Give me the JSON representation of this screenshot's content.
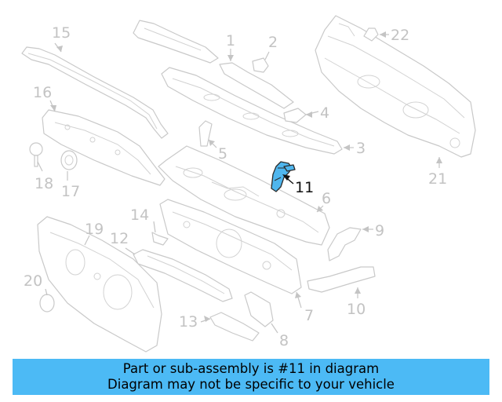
{
  "diagram": {
    "callouts": {
      "c1": "1",
      "c2": "2",
      "c3": "3",
      "c4": "4",
      "c5": "5",
      "c6": "6",
      "c7": "7",
      "c8": "8",
      "c9": "9",
      "c10": "10",
      "c11": "11",
      "c12": "12",
      "c13": "13",
      "c14": "14",
      "c15": "15",
      "c16": "16",
      "c17": "17",
      "c18": "18",
      "c19": "19",
      "c20": "20",
      "c21": "21",
      "c22": "22"
    },
    "highlighted_part": "11",
    "colors": {
      "highlight_fill": "#4fb6ee",
      "line_gray": "#c9c9c9",
      "banner_bg": "#4cbaf5"
    }
  },
  "banner": {
    "line1": "Part or sub-assembly is #11 in diagram",
    "line2": "Diagram may not be specific to your vehicle"
  }
}
